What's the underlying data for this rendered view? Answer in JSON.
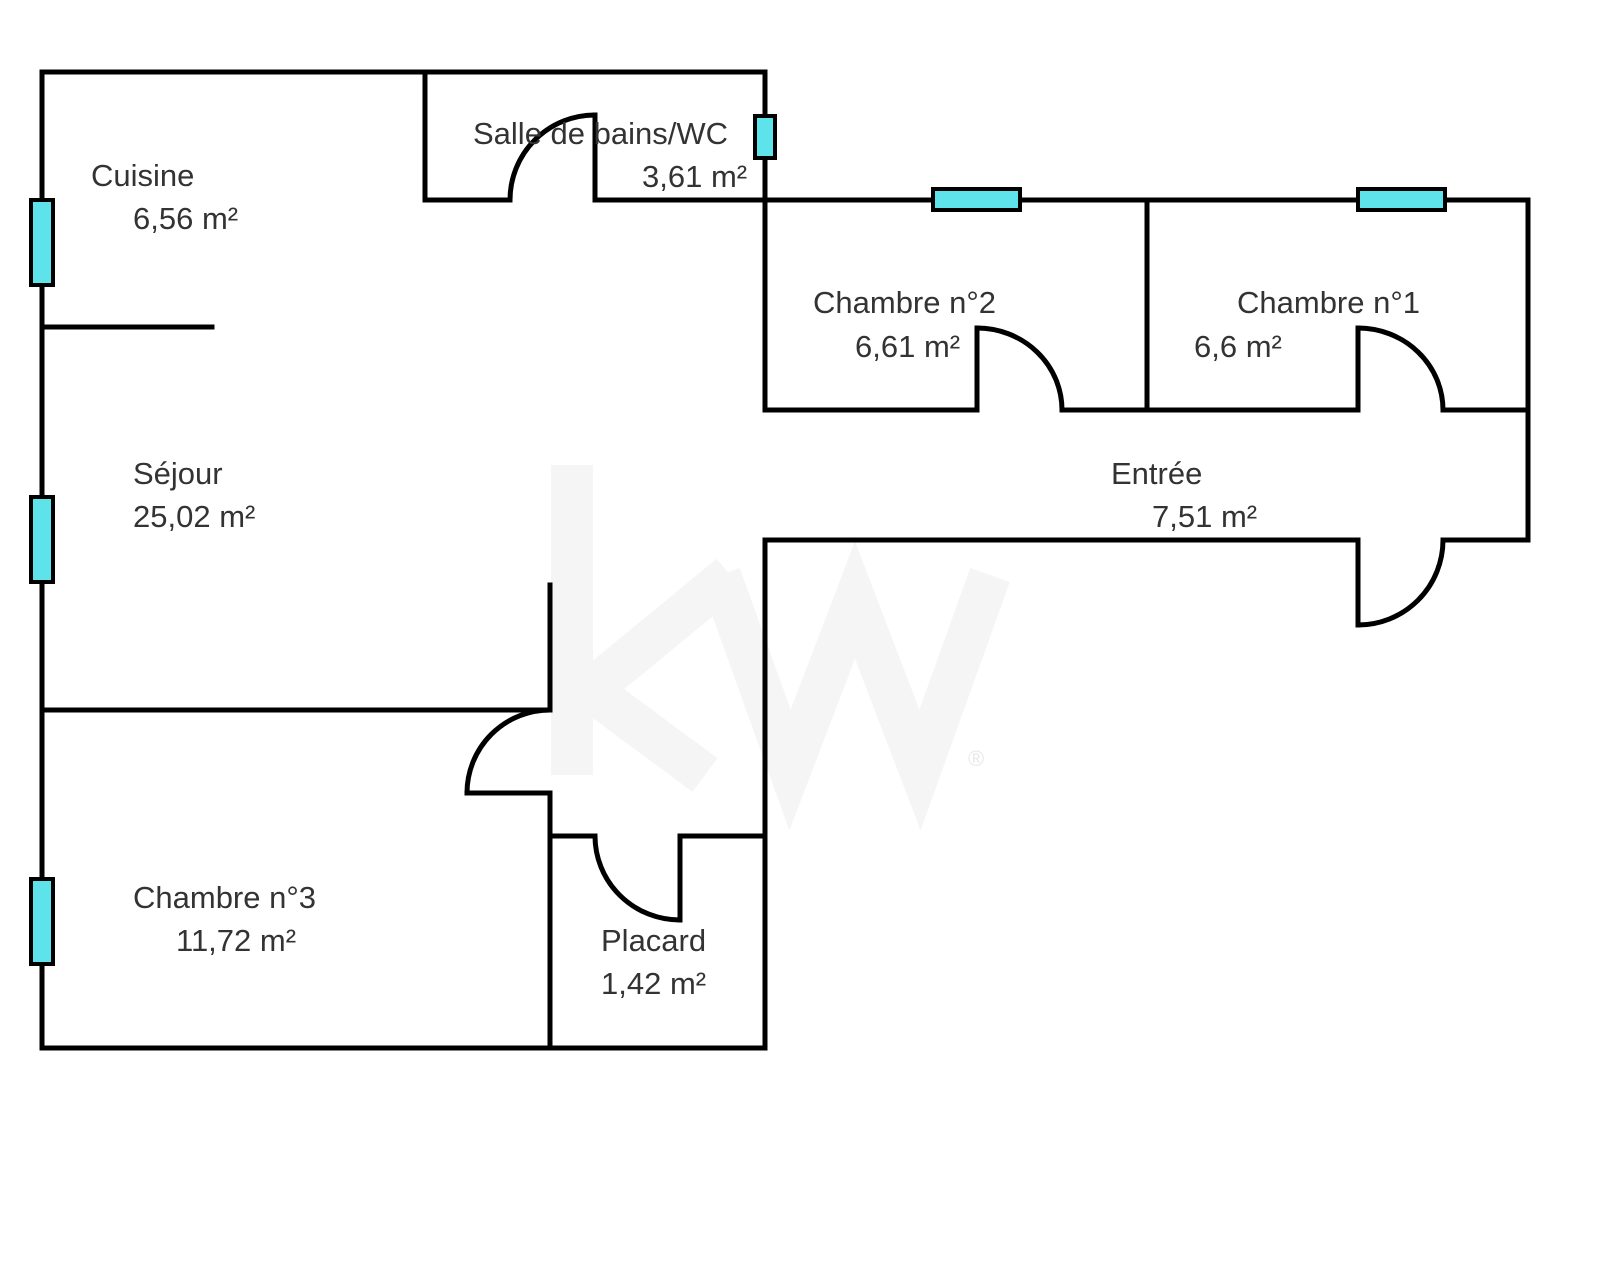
{
  "watermark": {
    "text": "kw",
    "mark": "®"
  },
  "colors": {
    "wall": "#000000",
    "window": "#5fe3ea",
    "text": "#333333"
  },
  "rooms": [
    {
      "name": "Cuisine",
      "area": "6,56  m²"
    },
    {
      "name": "Salle de bains/WC",
      "area": "3,61  m²"
    },
    {
      "name": "Chambre n°2",
      "area": "6,61  m²"
    },
    {
      "name": "Chambre n°1",
      "area": "6,6  m²"
    },
    {
      "name": "Séjour",
      "area": "25,02  m²"
    },
    {
      "name": "Entrée",
      "area": "7,51  m²"
    },
    {
      "name": "Chambre n°3",
      "area": "11,72  m²"
    },
    {
      "name": "Placard",
      "area": "1,42  m²"
    }
  ]
}
